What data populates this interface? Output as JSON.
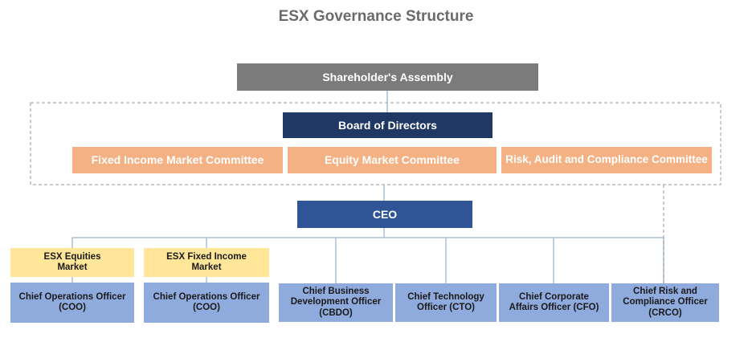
{
  "title": "ESX Governance Structure",
  "nodes": {
    "shareholders": "Shareholder's Assembly",
    "board": "Board of Directors",
    "committee_fixed_income": "Fixed Income Market Committee",
    "committee_equity": "Equity Market Committee",
    "committee_risk": "Risk, Audit and Compliance Committee",
    "ceo": "CEO",
    "esx_equities": "ESX Equities Market",
    "esx_fixed_income": "ESX Fixed Income Market",
    "coo_equities": "Chief Operations Officer (COO)",
    "coo_fixed_income": "Chief Operations Officer (COO)",
    "cbdo": "Chief Business Development Officer (CBDO)",
    "cto": "Chief Technology Officer (CTO)",
    "cfo": "Chief Corporate Affairs Officer (CFO)",
    "crco": "Chief Risk and Compliance Officer (CRCO)"
  },
  "colors": {
    "shareholders": "#7b7b7b",
    "board": "#1f3864",
    "ceo": "#2f5597",
    "committees": "#f4b183",
    "markets": "#ffe699",
    "officers": "#8faadc",
    "connectors": "#a9bfd8",
    "title": "#6b6b6b"
  }
}
